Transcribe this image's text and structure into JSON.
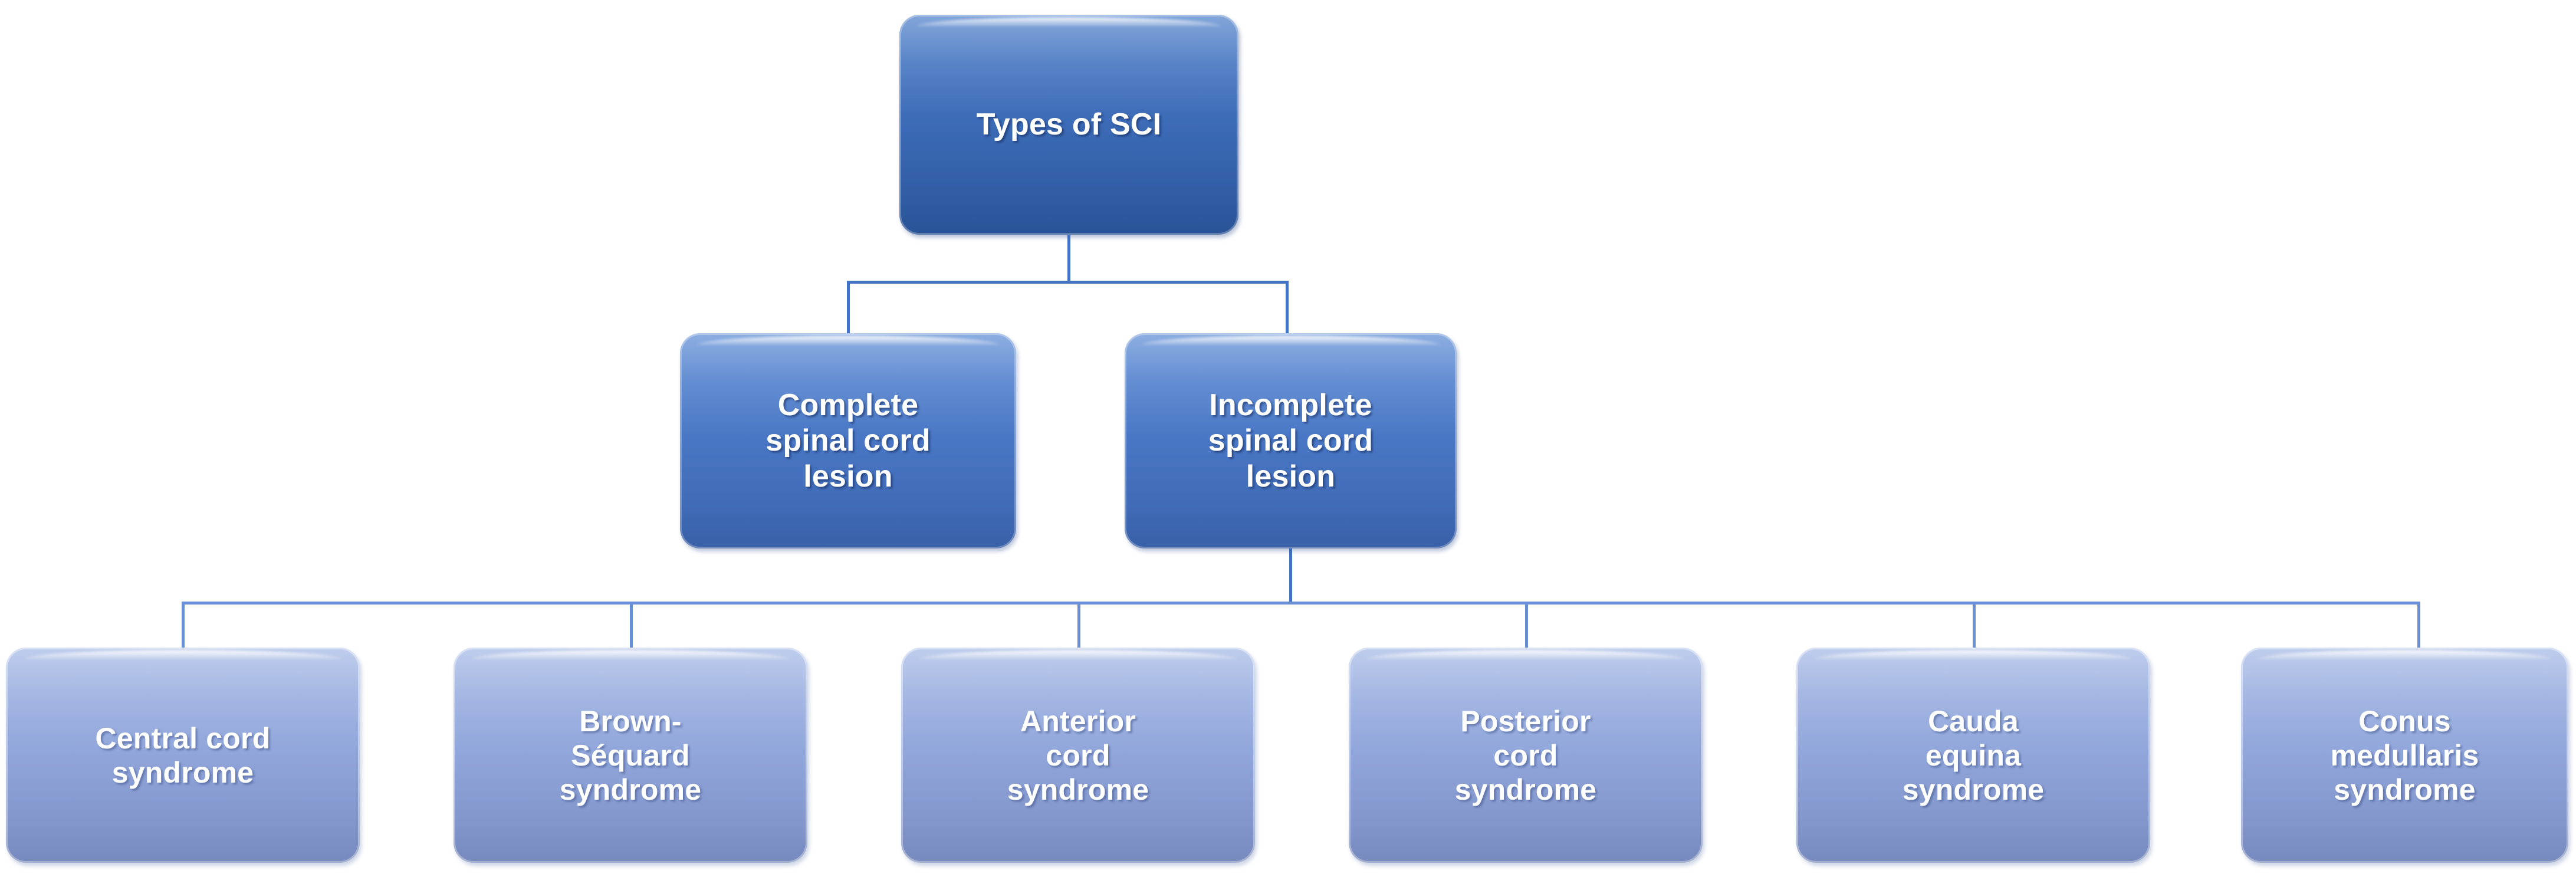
{
  "diagram": {
    "title": "Types of SCI",
    "colors": {
      "root_fill": "#3D6CB8",
      "level2_fill": "#4A78C6",
      "leaf_fill": "#93A8DC",
      "connector": "#4472C4",
      "text": "#FFFFFF",
      "background": "#FFFFFF"
    },
    "root": {
      "label": "Types of SCI"
    },
    "level2": [
      {
        "label": "Complete\nspinal cord\nlesion"
      },
      {
        "label": "Incomplete\nspinal cord\nlesion"
      }
    ],
    "leaves": [
      {
        "label": "Central cord\nsyndrome"
      },
      {
        "label": "Brown-\nSéquard\nsyndrome"
      },
      {
        "label": "Anterior\ncord\nsyndrome"
      },
      {
        "label": "Posterior\ncord\nsyndrome"
      },
      {
        "label": "Cauda\nequina\nsyndrome"
      },
      {
        "label": "Conus\nmedullaris\nsyndrome"
      }
    ]
  }
}
